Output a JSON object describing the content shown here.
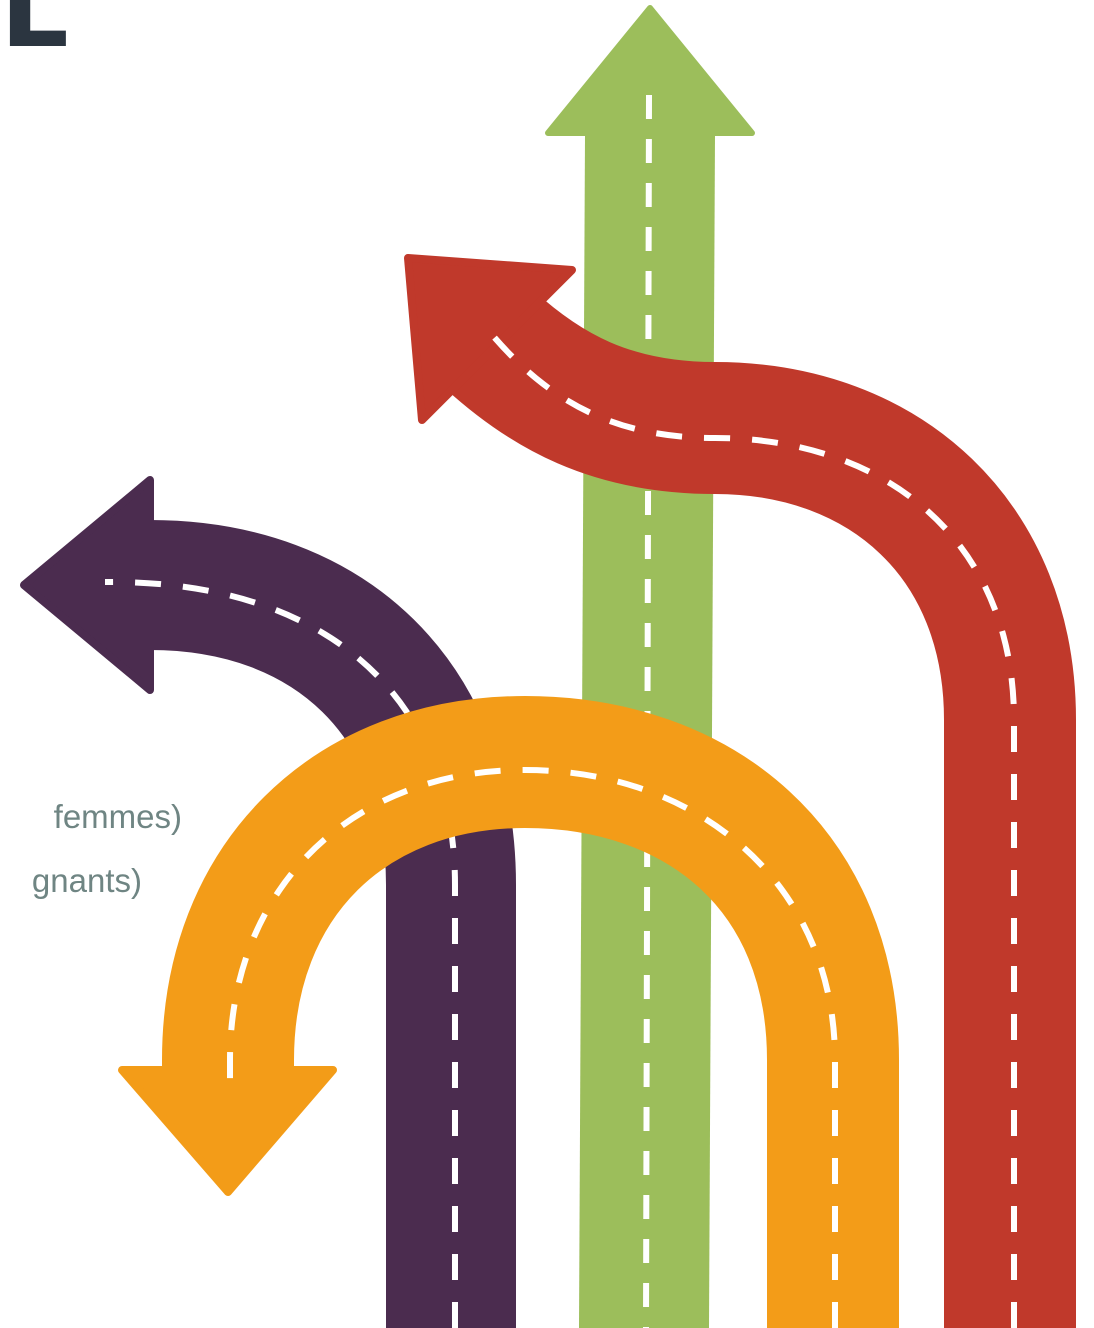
{
  "header": {
    "title_fragment": "L"
  },
  "captions": [
    "femmes)",
    "gnants)"
  ],
  "colors": {
    "purple_road": "#4b2c4f",
    "green_road": "#9cbe5b",
    "red_road": "#c0392b",
    "orange_road": "#f39c18",
    "lane_dash": "#ffffff",
    "title_text": "#2b3540",
    "caption_text": "#6f8583"
  },
  "graphic": {
    "icon": "diverging-road-arrows",
    "roads": [
      {
        "color": "purple",
        "direction": "left"
      },
      {
        "color": "green",
        "direction": "up"
      },
      {
        "color": "red",
        "direction": "left"
      },
      {
        "color": "orange",
        "direction": "down"
      }
    ]
  }
}
